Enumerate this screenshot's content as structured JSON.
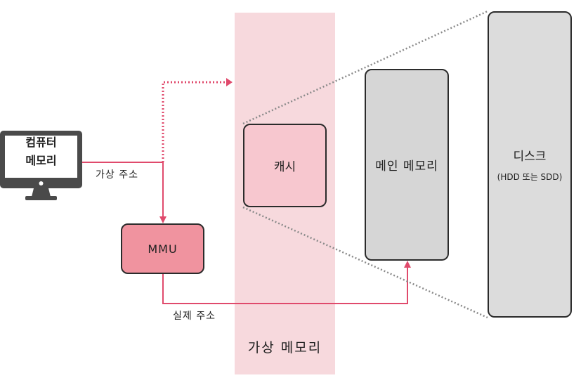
{
  "virtual_memory": {
    "label": "가상 메모리",
    "color": "#f7d9dd"
  },
  "nodes": {
    "computer": {
      "label_line1": "컴퓨터",
      "label_line2": "메모리",
      "icon": "monitor-icon"
    },
    "mmu": {
      "label": "MMU",
      "color": "#f0939f"
    },
    "cache": {
      "label": "캐시",
      "color": "#f7c7cf"
    },
    "main_memory": {
      "label": "메인 메모리",
      "color": "#d6d6d6"
    },
    "disk": {
      "label": "디스크",
      "sublabel": "(HDD 또는 SDD)",
      "color": "#dcdcdc"
    }
  },
  "edges": {
    "virtual_address": "가상 주소",
    "physical_address": "실제 주소"
  },
  "colors": {
    "arrow": "#e04a6c",
    "dotted_line": "#8a8a8a"
  }
}
